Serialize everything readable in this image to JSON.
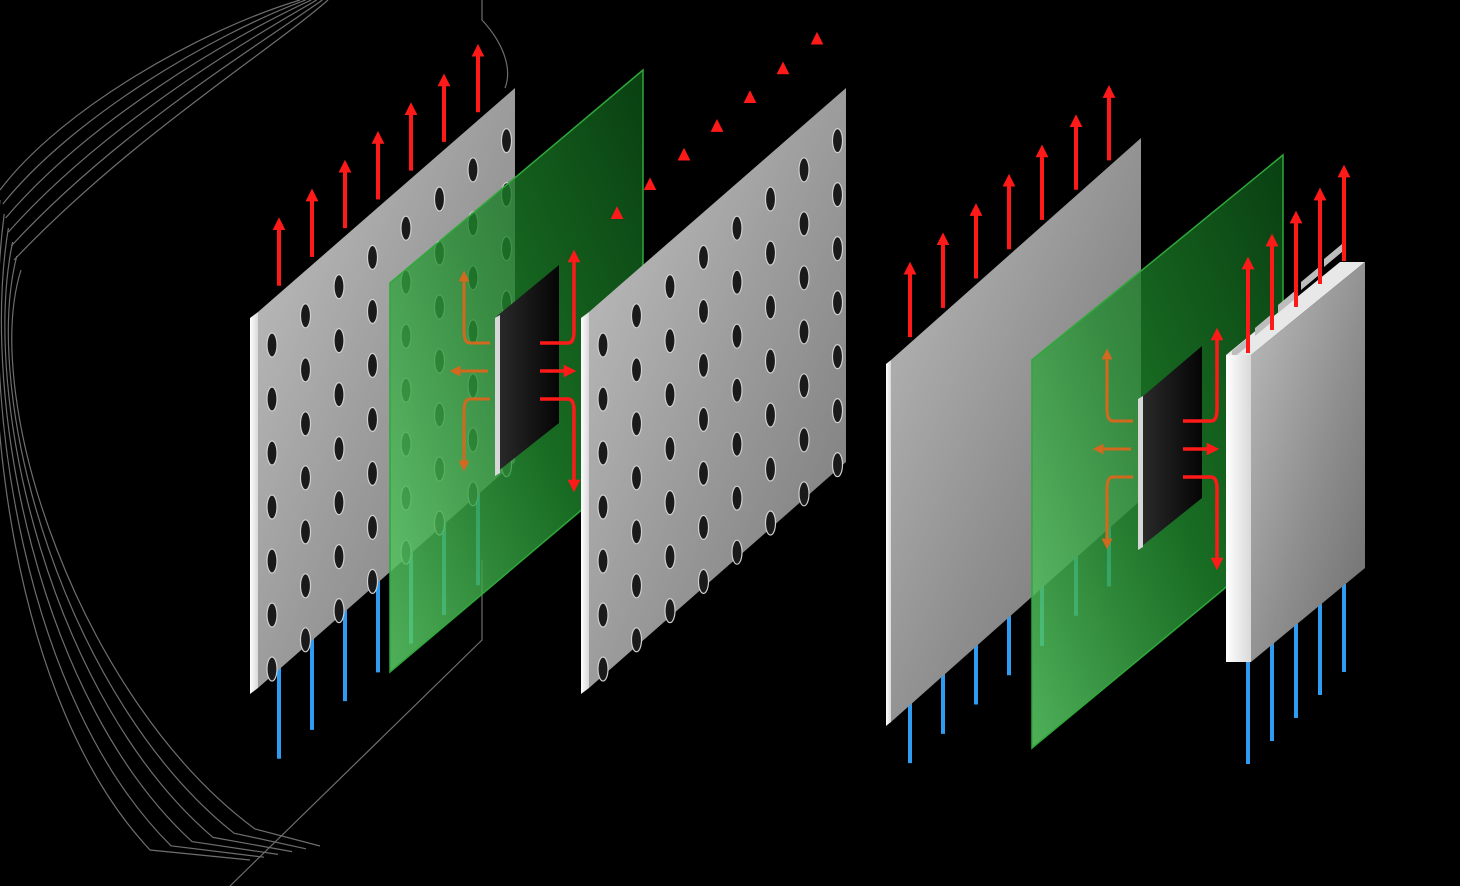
{
  "colors": {
    "background": "#000000",
    "hot_airflow": "#ff1a1a",
    "cool_airflow": "#2f9cf2",
    "heat_spread": "#d2691e",
    "pcb_green": "#2e9e38",
    "panel_gray": "#9a9a9a",
    "chip_black": "#111111",
    "outline": "#9a9a9a"
  },
  "icons": {
    "hot_air_arrow": "red-up-arrow-icon",
    "cool_air_line": "blue-inflow-line-icon",
    "heat_arrow": "orange-heat-arrow-icon"
  },
  "diagrams": [
    {
      "id": "perforated-design",
      "panels": [
        "perforated-front-panel",
        "circuit-board",
        "perforated-rear-panel"
      ]
    },
    {
      "id": "solid-design",
      "panels": [
        "solid-front-panel",
        "circuit-board",
        "finned-heatsink"
      ]
    }
  ]
}
